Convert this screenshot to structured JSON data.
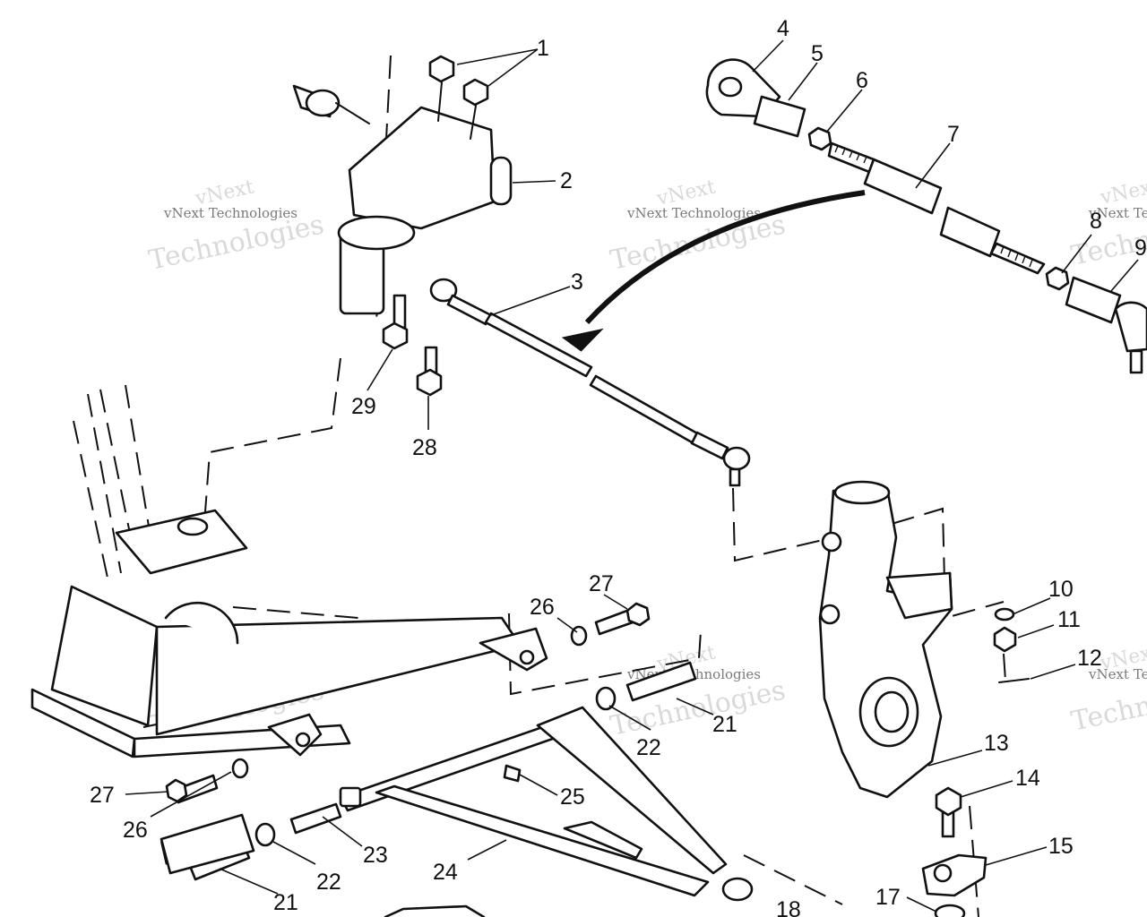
{
  "watermark": {
    "brand_line1": "vNext",
    "brand_line2": "Technologies",
    "tagline": "vNext Technologies"
  },
  "callouts": [
    {
      "id": "c1",
      "label": "1"
    },
    {
      "id": "c2",
      "label": "2"
    },
    {
      "id": "c3",
      "label": "3"
    },
    {
      "id": "c4",
      "label": "4"
    },
    {
      "id": "c5",
      "label": "5"
    },
    {
      "id": "c6",
      "label": "6"
    },
    {
      "id": "c7",
      "label": "7"
    },
    {
      "id": "c8",
      "label": "8"
    },
    {
      "id": "c9",
      "label": "9"
    },
    {
      "id": "c10",
      "label": "10"
    },
    {
      "id": "c11",
      "label": "11"
    },
    {
      "id": "c12",
      "label": "12"
    },
    {
      "id": "c13",
      "label": "13"
    },
    {
      "id": "c14",
      "label": "14"
    },
    {
      "id": "c15",
      "label": "15"
    },
    {
      "id": "c17",
      "label": "17"
    },
    {
      "id": "c18",
      "label": "18"
    },
    {
      "id": "c21a",
      "label": "21"
    },
    {
      "id": "c21b",
      "label": "21"
    },
    {
      "id": "c22a",
      "label": "22"
    },
    {
      "id": "c22b",
      "label": "22"
    },
    {
      "id": "c23",
      "label": "23"
    },
    {
      "id": "c24",
      "label": "24"
    },
    {
      "id": "c25",
      "label": "25"
    },
    {
      "id": "c26a",
      "label": "26"
    },
    {
      "id": "c26b",
      "label": "26"
    },
    {
      "id": "c27a",
      "label": "27"
    },
    {
      "id": "c27b",
      "label": "27"
    },
    {
      "id": "c28",
      "label": "28"
    },
    {
      "id": "c29",
      "label": "29"
    }
  ]
}
